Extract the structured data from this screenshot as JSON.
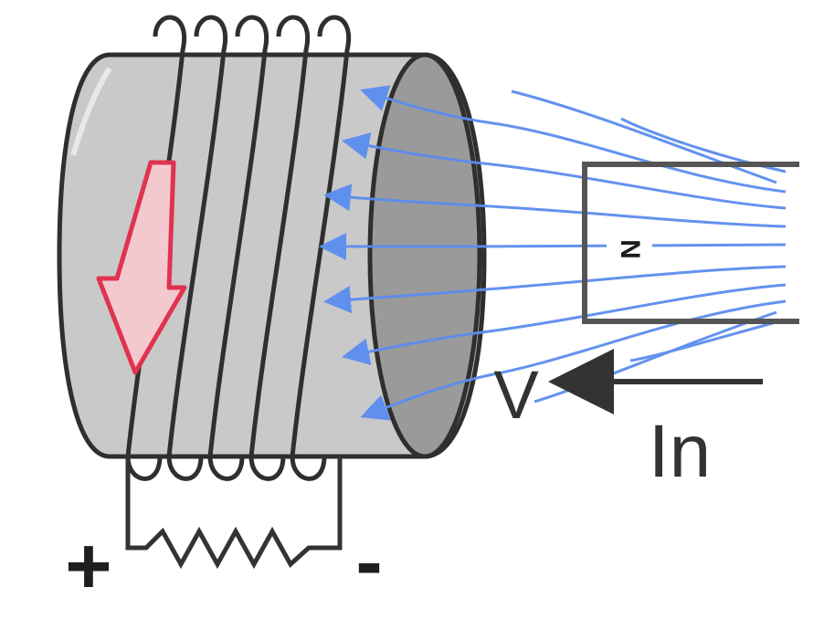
{
  "labels": {
    "velocity": "V",
    "direction": "In",
    "magnet_pole": "N",
    "positive_terminal": "+",
    "negative_terminal": "-"
  },
  "colors": {
    "coil_body": "#c9c9c9",
    "coil_face": "#9a9a9a",
    "field_lines": "#5b8def",
    "current_arrow_fill": "#f3c9cf",
    "current_arrow_stroke": "#e0334f",
    "outline": "#333333"
  }
}
